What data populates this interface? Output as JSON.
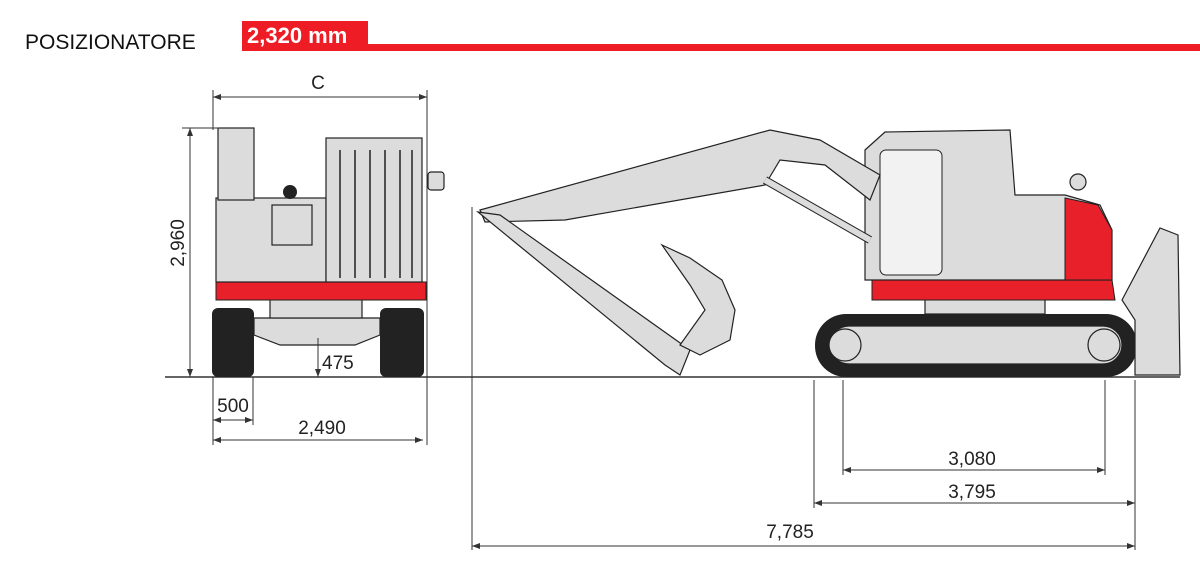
{
  "header": {
    "title": "POSIZIONATORE",
    "badge": "2,320 mm"
  },
  "colors": {
    "accent": "#ee1c25"
  },
  "front_view": {
    "width_label": "C",
    "height": "2,960",
    "ground_clearance": "475",
    "track_width": "500",
    "overall_width": "2,490"
  },
  "side_view": {
    "tumbler_distance": "3,080",
    "track_length": "3,795",
    "overall_length": "7,785"
  }
}
